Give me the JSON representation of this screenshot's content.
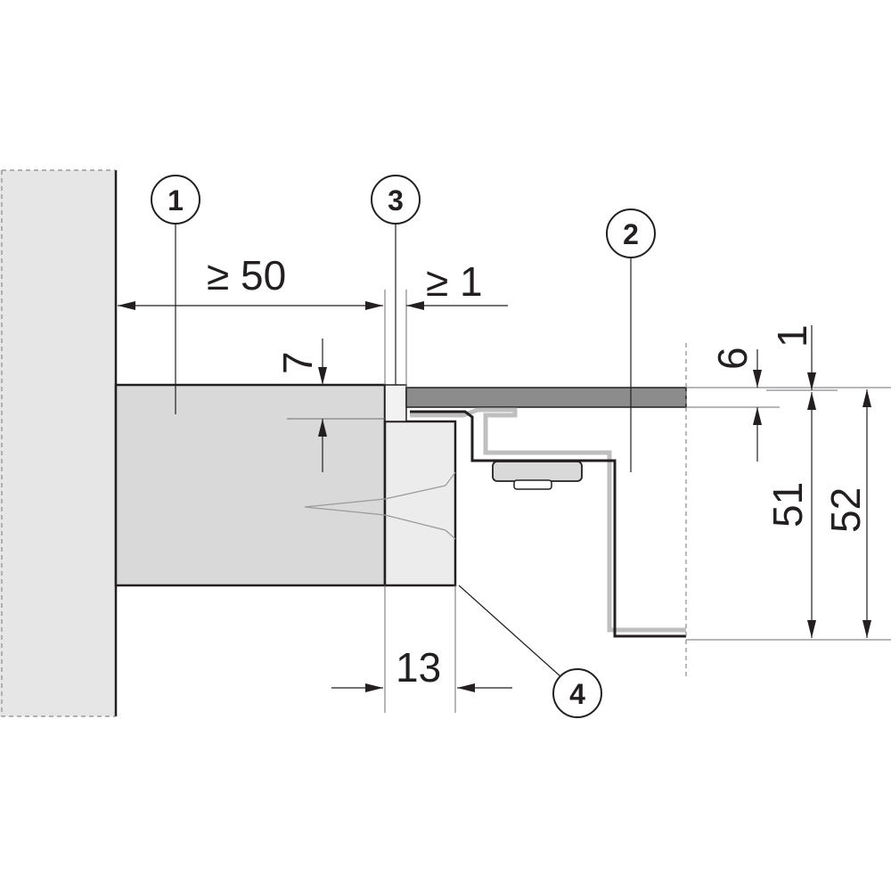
{
  "callouts": {
    "c1": "1",
    "c2": "2",
    "c3": "3",
    "c4": "4"
  },
  "dimensions": {
    "d50": "≥ 50",
    "d1_gap": "≥ 1",
    "d7": "7",
    "d6": "6",
    "d1_top": "1",
    "d51": "51",
    "d52": "52",
    "d13": "13"
  },
  "colors": {
    "line": "#231f20",
    "wall": "#e6e6e6",
    "block": "#d9d9d9",
    "strip": "#ededed",
    "worktop": "#8c8c8c",
    "tray": "#bfbfbf",
    "dim_line": "#6d6e71"
  }
}
